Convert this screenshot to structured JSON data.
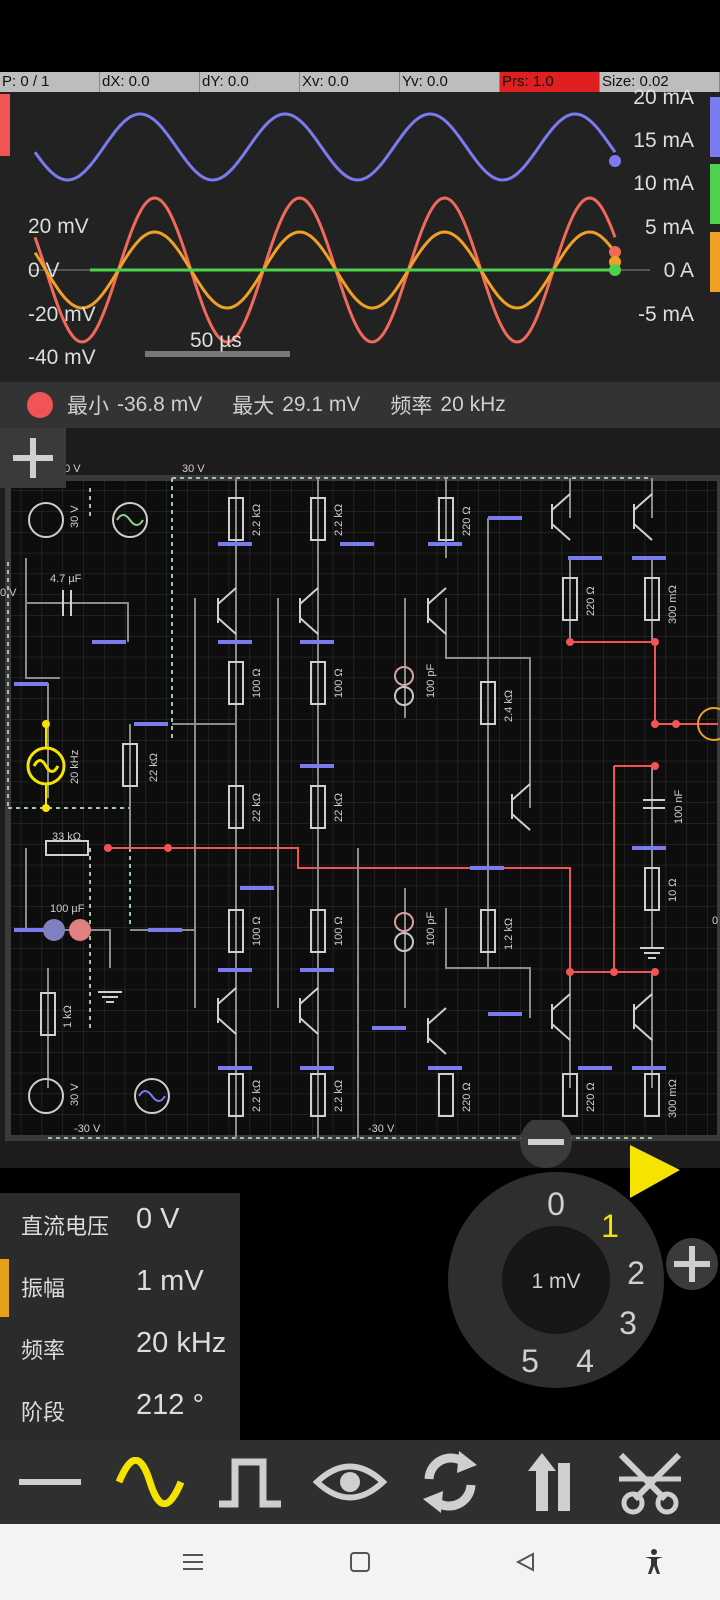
{
  "info_bar": {
    "points": "P: 0 / 1",
    "dx": "dX: 0.0",
    "dy": "dY: 0.0",
    "xv": "Xv: 0.0",
    "yv": "Yv: 0.0",
    "prs": "Prs: 1.0",
    "size": "Size: 0.02"
  },
  "scope": {
    "left_axis": [
      "20 mV",
      "0 V",
      "-20 mV",
      "-40 mV"
    ],
    "right_axis": [
      "20 mA",
      "15 mA",
      "10 mA",
      "5 mA",
      "0 A",
      "-5 mA"
    ],
    "time_scale": "50 µs",
    "colors": {
      "current": "#7b7bf0",
      "voltage_a": "#f06a5a",
      "voltage_b": "#f0a024",
      "zero": "#4fd04f"
    }
  },
  "stats": {
    "min_label": "最小",
    "min_value": "-36.8 mV",
    "max_label": "最大",
    "max_value": "29.1 mV",
    "freq_label": "频率",
    "freq_value": "20 kHz"
  },
  "circuit": {
    "labels": {
      "v_top_a": "30 V",
      "v_top_b": "30 V",
      "v_left": "0 V",
      "src_top": "30 V",
      "cap1": "4.7 µF",
      "src_ac": "20 kHz",
      "r_22k": "22 kΩ",
      "r_33k": "33 kΩ",
      "cap2": "100 µF",
      "r_1k": "1 kΩ",
      "src_bot": "30 V",
      "v_bot_a": "-30 V",
      "v_bot_b": "-30 V",
      "r_22k_a": "2.2 kΩ",
      "r_22k_b": "2.2 kΩ",
      "r_220_a": "220 Ω",
      "r_100_a": "100 Ω",
      "r_100_b": "100 Ω",
      "cap_100p_a": "100 pF",
      "r_22k_c": "22 kΩ",
      "r_22k_d": "22 kΩ",
      "r_24k": "2.4 kΩ",
      "r_100_c": "100 Ω",
      "r_100_d": "100 Ω",
      "cap_100p_b": "100 pF",
      "r_12k": "1.2 kΩ",
      "r_22k_e": "2.2 kΩ",
      "r_22k_f": "2.2 kΩ",
      "r_220_b": "220 Ω",
      "r_220_c": "220 Ω",
      "r_300m_a": "300 mΩ",
      "cap_100n": "100 nF",
      "r_10": "10 Ω",
      "r_220_d": "220 Ω",
      "r_300m_b": "300 mΩ",
      "right_edge": "0"
    }
  },
  "properties": [
    {
      "label": "直流电压",
      "value": "0 V"
    },
    {
      "label": "振幅",
      "value": "1 mV"
    },
    {
      "label": "频率",
      "value": "20 kHz"
    },
    {
      "label": "阶段",
      "value": "212 °"
    }
  ],
  "dial": {
    "center_value": "1 mV",
    "numbers": [
      "0",
      "1",
      "2",
      "3",
      "4",
      "5"
    ],
    "selected": "1"
  },
  "colors": {
    "accent": "#f5e400",
    "selected_marker": "#e3a21a"
  }
}
